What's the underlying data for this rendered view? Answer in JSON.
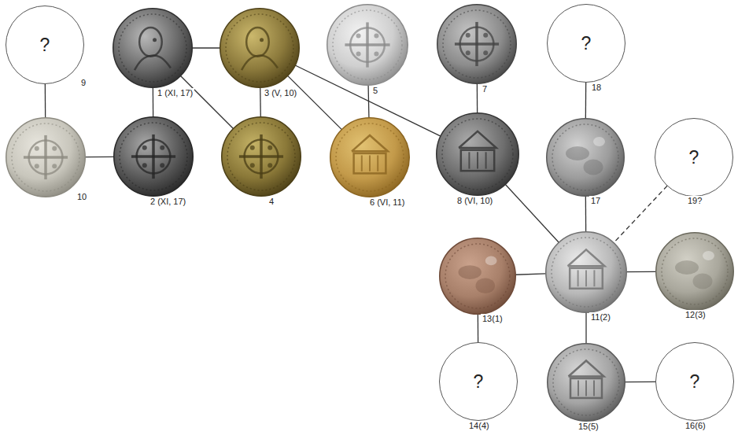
{
  "diagram": {
    "nodes": [
      {
        "text": [
          "?",
          "9"
        ]
      },
      {
        "text": [
          "1 (XI, 17)"
        ]
      },
      {
        "text": [
          "3 (V, 10)"
        ]
      },
      {
        "text": [
          "5"
        ]
      },
      {
        "text": [
          "7"
        ]
      },
      {
        "text": [
          "?",
          "18"
        ]
      },
      {
        "text": [
          "10"
        ]
      },
      {
        "text": [
          "2 (XI, 17)"
        ]
      },
      {
        "text": [
          "4"
        ]
      },
      {
        "text": [
          "6 (VI, 11)"
        ]
      },
      {
        "text": [
          "8 (VI, 10)"
        ]
      },
      {
        "text": [
          "17"
        ]
      },
      {
        "text": [
          "?",
          "19?"
        ]
      },
      {
        "text": [
          "13(1)"
        ]
      },
      {
        "text": [
          "11(2)"
        ]
      },
      {
        "text": [
          "12(3)"
        ]
      },
      {
        "text": [
          "?",
          "14(4)"
        ]
      },
      {
        "text": [
          "15(5)"
        ]
      },
      {
        "text": [
          "?",
          "16(6)"
        ]
      }
    ],
    "edges": [
      {
        "from": 0,
        "to": 6,
        "arrow": "none"
      },
      {
        "from": 6,
        "to": 7,
        "arrow": "none"
      },
      {
        "from": 1,
        "to": 7,
        "arrow": "none"
      },
      {
        "from": 1,
        "to": 2,
        "arrow": "none"
      },
      {
        "from": 1,
        "to": 8,
        "arrow": "none"
      },
      {
        "from": 2,
        "to": 8,
        "arrow": "none"
      },
      {
        "from": 2,
        "to": 9,
        "arrow": "none"
      },
      {
        "from": 2,
        "to": 10,
        "arrow": "none"
      },
      {
        "from": 3,
        "to": 9,
        "arrow": "none"
      },
      {
        "from": 4,
        "to": 10,
        "arrow": "none"
      },
      {
        "from": 10,
        "to": 14,
        "arrow": "none"
      },
      {
        "from": 5,
        "to": 11,
        "arrow": "none"
      },
      {
        "from": 11,
        "to": 14,
        "arrow": "none"
      },
      {
        "from": 12,
        "to": 14,
        "arrow": "none"
      },
      {
        "from": 13,
        "to": 14,
        "arrow": "none"
      },
      {
        "from": 14,
        "to": 15,
        "arrow": "none"
      },
      {
        "from": 13,
        "to": 16,
        "arrow": "none"
      },
      {
        "from": 14,
        "to": 17,
        "arrow": "none"
      },
      {
        "from": 17,
        "to": 18,
        "arrow": "none"
      }
    ]
  }
}
